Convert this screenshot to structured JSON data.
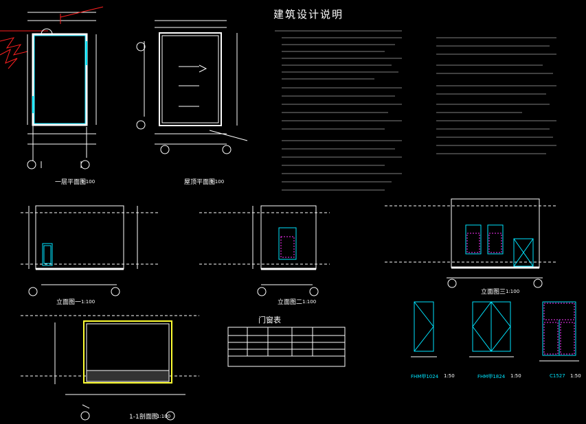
{
  "title": "建筑设计说明",
  "plan_label": "一层平面图",
  "plan_scale": "1:100",
  "roof_label": "屋顶平面图",
  "roof_scale": "1:100",
  "elev1_label": "立面图一",
  "elev1_scale": "1:100",
  "elev2_label": "立面图二",
  "elev2_scale": "1:100",
  "elev3_label": "立面图三",
  "elev3_scale": "1:100",
  "section_label": "1-1剖面图",
  "section_scale": "1:100",
  "door_table_title": "门窗表",
  "door_labels": [
    "FHM甲1024",
    "FHM甲1824",
    "C1527"
  ],
  "door_scale": "1:50",
  "colors": {
    "bg": "#000000",
    "line": "#ffffff",
    "cyan": "#00e5ff",
    "red": "#ff2020",
    "yellow": "#ffff33",
    "green": "#33ff66",
    "magenta": "#ff33ff"
  }
}
